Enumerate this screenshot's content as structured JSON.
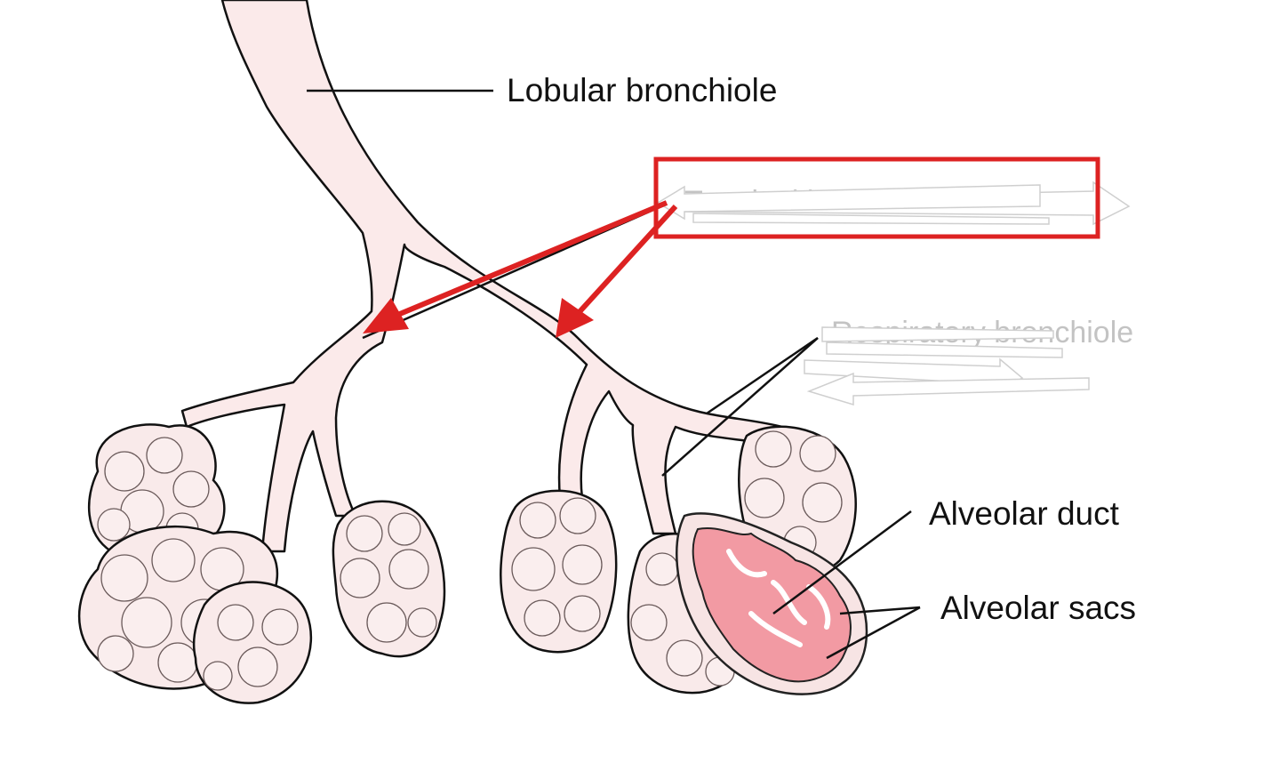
{
  "labels": {
    "lobular_bronchiole": "Lobular bronchiole",
    "alveolar_duct": "Alveolar duct",
    "alveolar_sacs": "Alveolar sacs"
  },
  "obscured_labels": {
    "terminal_bronchiole_partial": "Terminal bronchiole",
    "respiratory_bronchiole_partial": "Respiratory bronchiole"
  },
  "colors": {
    "tissue_fill": "#fbeaea",
    "cut_section_fill": "#f29aa3",
    "highlight_red": "#dd2222",
    "outline": "#111111"
  }
}
